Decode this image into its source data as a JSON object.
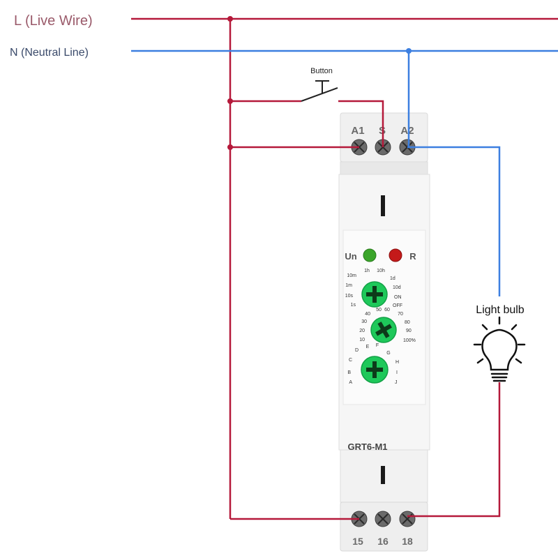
{
  "labels": {
    "live_wire": "L (Live Wire)",
    "neutral_line": "N (Neutral Line)",
    "button": "Button",
    "light_bulb": "Light bulb"
  },
  "relay": {
    "model": "GRT6-M1",
    "top_terminals": [
      "A1",
      "S",
      "A2"
    ],
    "bottom_terminals": [
      "15",
      "16",
      "18"
    ],
    "indicators": {
      "power": "Un",
      "relay": "R"
    },
    "dial_time_range": {
      "left": [
        "10m",
        "1m",
        "10s",
        "1s"
      ],
      "top": [
        "1h",
        "10h"
      ],
      "right": [
        "1d",
        "10d",
        "ON",
        "OFF"
      ]
    },
    "dial_percent": {
      "left": [
        "40",
        "30",
        "20",
        "10"
      ],
      "top": [
        "50",
        "60",
        "70"
      ],
      "right": [
        "80",
        "90",
        "100%"
      ]
    },
    "dial_function": {
      "left": [
        "D",
        "C",
        "B",
        "A"
      ],
      "top": [
        "E",
        "F",
        "G"
      ],
      "right": [
        "H",
        "I",
        "J"
      ]
    }
  },
  "colors": {
    "live": "#b5193a",
    "neutral": "#3c7fe0",
    "label_live": "#9a5a6a",
    "label_neutral": "#3a4a6a",
    "dial": "#1ec85a",
    "led_green": "#3aa52a",
    "led_red": "#c41a1a"
  }
}
